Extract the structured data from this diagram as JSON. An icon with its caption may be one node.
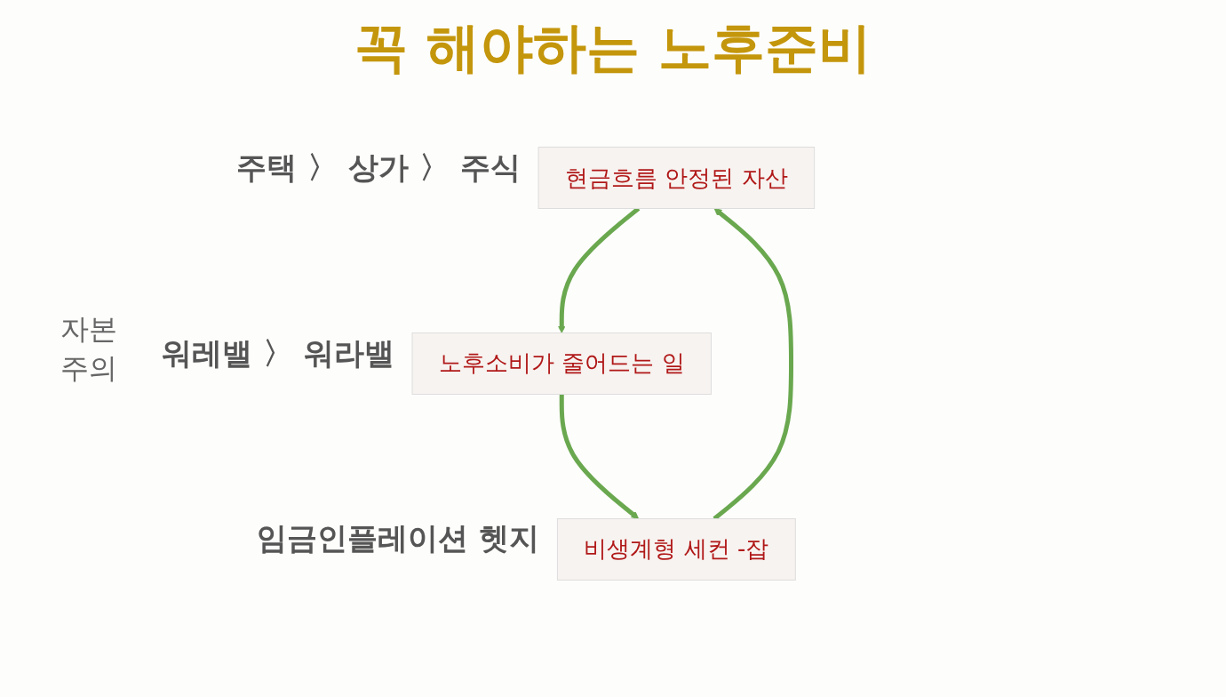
{
  "diagram": {
    "title": "꼭 해야하는 노후준비",
    "nodes": [
      {
        "text": [
          "현금흐름 안정된 자산"
        ],
        "beside": [
          "주택 〉 상가 〉 주식"
        ]
      },
      {
        "text": [
          "노후소비가 줄어드는 일"
        ],
        "beside": [
          "워레밸 〉 워라밸"
        ]
      },
      {
        "text": [
          "비생계형 세컨 -잡"
        ],
        "beside": [
          "임금인플레이션 헷지"
        ]
      }
    ],
    "edges": [
      {
        "from": 0,
        "to": 1,
        "arrow": "to"
      },
      {
        "from": 1,
        "to": 2,
        "arrow": "to"
      },
      {
        "from": 2,
        "to": 0,
        "arrow": "to"
      }
    ],
    "labels": [
      "자본 주의"
    ]
  }
}
